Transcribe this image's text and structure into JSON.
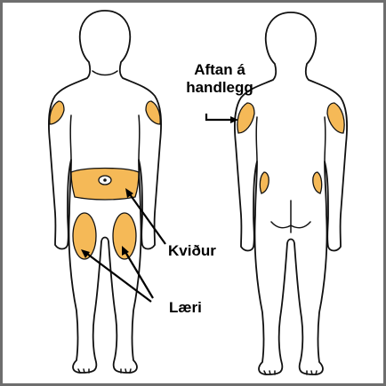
{
  "labels": {
    "back_of_arm": "Aftan á\nhandlegg",
    "abdomen": "Kviður",
    "thigh": "Læri"
  },
  "colors": {
    "injection_zone": "#f5b957",
    "frame": "#6e6e6e",
    "outline": "#111111"
  }
}
